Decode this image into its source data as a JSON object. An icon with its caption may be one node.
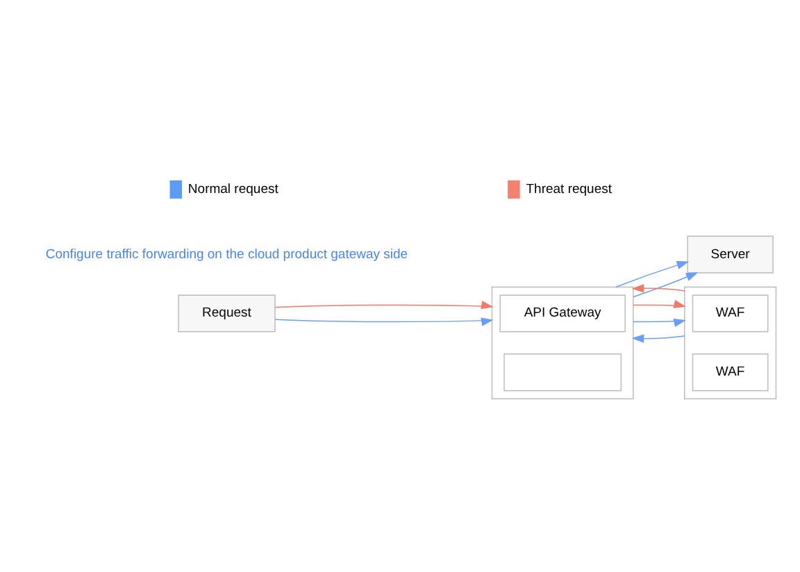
{
  "diagram": {
    "nodes": [
      {
        "text": [
          "Request"
        ]
      },
      {
        "text": [],
        "shape": "box"
      },
      {
        "text": [
          "API Gateway"
        ],
        "in": 1
      },
      {
        "text": [],
        "shape": "box",
        "in": 1
      },
      {
        "text": [
          "Server"
        ]
      },
      {
        "text": [],
        "shape": "box"
      },
      {
        "text": [
          "WAF"
        ],
        "in": 5
      },
      {
        "text": [
          "WAF"
        ],
        "in": 5
      }
    ],
    "edges": [
      {
        "from": 0,
        "to": 1,
        "arrow": "to",
        "color": "#6a9ef5"
      },
      {
        "from": 0,
        "to": 1,
        "arrow": "to",
        "color": "#f07a6a"
      },
      {
        "from": 1,
        "to": 4,
        "arrow": "to",
        "color": "#6a9ef5"
      },
      {
        "from": 1,
        "to": 4,
        "arrow": "to",
        "color": "#6a9ef5"
      },
      {
        "from": 1,
        "to": 5,
        "arrow": "to",
        "color": "#6a9ef5"
      },
      {
        "from": 1,
        "to": 5,
        "arrow": "to",
        "color": "#f07a6a"
      },
      {
        "from": 5,
        "to": 1,
        "arrow": "to",
        "color": "#6a9ef5"
      },
      {
        "from": 5,
        "to": 1,
        "arrow": "to",
        "color": "#f07a6a"
      }
    ],
    "labels": [
      "Configure traffic forwarding on the cloud product gateway side"
    ],
    "legend": [
      {
        "text": "Normal request",
        "color": "#5b9cf6"
      },
      {
        "text": "Threat request",
        "color": "#f4806f"
      }
    ]
  }
}
